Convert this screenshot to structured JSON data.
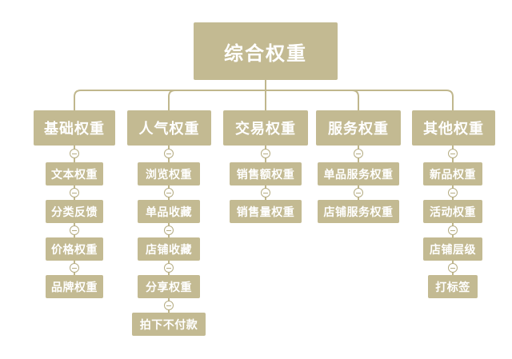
{
  "colors": {
    "node_fill": "#c3ba92",
    "connector": "#c0b78d",
    "toggle_border": "#b5ac82",
    "node_text": "#ffffff",
    "background": "#ffffff"
  },
  "tree": {
    "root": "综合权重",
    "columns": [
      {
        "heading": "基础权重",
        "children": [
          "文本权重",
          "分类反馈",
          "价格权重",
          "品牌权重"
        ]
      },
      {
        "heading": "人气权重",
        "children": [
          "浏览权重",
          "单品收藏",
          "店铺收藏",
          "分享权重",
          "拍下不付款"
        ]
      },
      {
        "heading": "交易权重",
        "children": [
          "销售额权重",
          "销售量权重"
        ]
      },
      {
        "heading": "服务权重",
        "children": [
          "单品服务权重",
          "店铺服务权重"
        ]
      },
      {
        "heading": "其他权重",
        "children": [
          "新品权重",
          "活动权重",
          "店铺层级",
          "打标签"
        ]
      }
    ]
  }
}
